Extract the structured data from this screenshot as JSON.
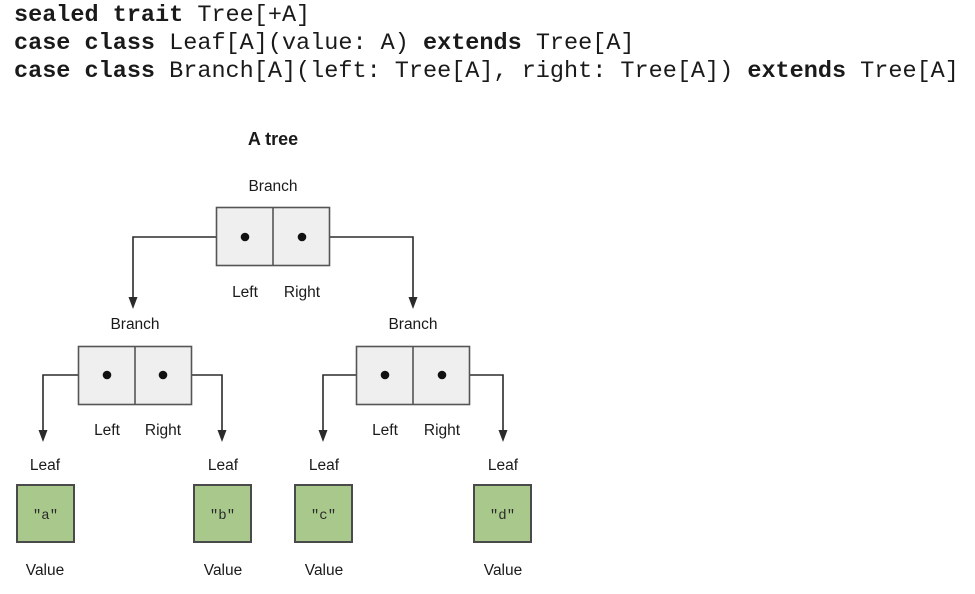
{
  "code": {
    "lines": [
      {
        "segments": [
          {
            "text": "sealed trait ",
            "bold": true
          },
          {
            "text": "Tree[+A]",
            "bold": false
          }
        ]
      },
      {
        "segments": [
          {
            "text": "case class ",
            "bold": true
          },
          {
            "text": "Leaf[A](value: A) ",
            "bold": false
          },
          {
            "text": "extends ",
            "bold": true
          },
          {
            "text": "Tree[A]",
            "bold": false
          }
        ]
      },
      {
        "segments": [
          {
            "text": "case class ",
            "bold": true
          },
          {
            "text": "Branch[A](left: Tree[A], right: Tree[A]) ",
            "bold": false
          },
          {
            "text": "extends ",
            "bold": true
          },
          {
            "text": "Tree[A]",
            "bold": false
          }
        ]
      }
    ]
  },
  "diagram": {
    "title": "A tree",
    "type": "diagram",
    "labels": {
      "branch": "Branch",
      "leaf": "Leaf",
      "left": "Left",
      "right": "Right",
      "value": "Value"
    },
    "colors": {
      "branch_fill": "#efefef",
      "branch_stroke": "#555555",
      "leaf_fill": "#a9c98c",
      "leaf_stroke": "#4a4a4a",
      "edge": "#2b2b2b",
      "text": "#1a1a1a",
      "background": "#ffffff"
    },
    "nodes": [
      {
        "id": "root",
        "kind": "branch",
        "type_label": "Branch",
        "slots": [
          "Left",
          "Right"
        ]
      },
      {
        "id": "left",
        "kind": "branch",
        "type_label": "Branch",
        "slots": [
          "Left",
          "Right"
        ]
      },
      {
        "id": "right",
        "kind": "branch",
        "type_label": "Branch",
        "slots": [
          "Left",
          "Right"
        ]
      },
      {
        "id": "leaf-a",
        "kind": "leaf",
        "type_label": "Leaf",
        "value": "\"a\"",
        "value_label": "Value"
      },
      {
        "id": "leaf-b",
        "kind": "leaf",
        "type_label": "Leaf",
        "value": "\"b\"",
        "value_label": "Value"
      },
      {
        "id": "leaf-c",
        "kind": "leaf",
        "type_label": "Leaf",
        "value": "\"c\"",
        "value_label": "Value"
      },
      {
        "id": "leaf-d",
        "kind": "leaf",
        "type_label": "Leaf",
        "value": "\"d\"",
        "value_label": "Value"
      }
    ],
    "edges": [
      {
        "from": "root.left",
        "to": "left"
      },
      {
        "from": "root.right",
        "to": "right"
      },
      {
        "from": "left.left",
        "to": "leaf-a"
      },
      {
        "from": "left.right",
        "to": "leaf-b"
      },
      {
        "from": "right.left",
        "to": "leaf-c"
      },
      {
        "from": "right.right",
        "to": "leaf-d"
      }
    ]
  }
}
